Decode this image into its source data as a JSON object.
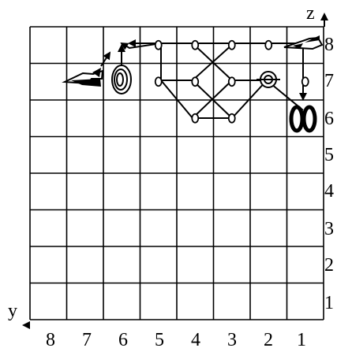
{
  "axes": {
    "z_title": "z",
    "y_title": "y",
    "y_labels": [
      "8",
      "7",
      "6",
      "5",
      "4",
      "3",
      "2",
      "1"
    ],
    "z_labels": [
      "8",
      "7",
      "6",
      "5",
      "4",
      "3",
      "2",
      "1"
    ]
  },
  "grid": {
    "columns": 8,
    "rows": 8
  },
  "nodes": [
    {
      "col": 5,
      "row": 8
    },
    {
      "col": 4,
      "row": 8
    },
    {
      "col": 3,
      "row": 8
    },
    {
      "col": 2,
      "row": 8
    },
    {
      "col": 5,
      "row": 7
    },
    {
      "col": 4,
      "row": 7
    },
    {
      "col": 3,
      "row": 7
    },
    {
      "col": 4,
      "row": 6
    },
    {
      "col": 3,
      "row": 6
    },
    {
      "col": 1,
      "row": 7
    }
  ],
  "objects": {
    "missile_icon": "missile-icon",
    "ring_target_icon": "ring-target-icon",
    "crosshair_target_icon": "crosshair-target-icon",
    "double_ring_icon": "double-ring-icon",
    "aircraft_icon": "aircraft-icon"
  }
}
